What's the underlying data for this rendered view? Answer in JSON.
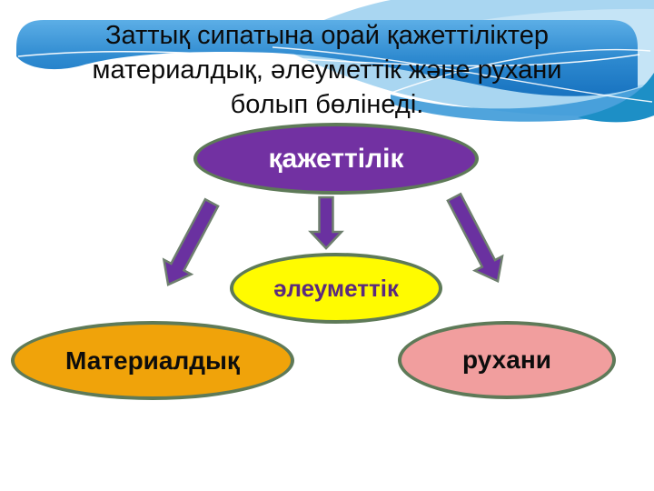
{
  "slide": {
    "title_lines": [
      "Заттық сипатына орай қажеттіліктер",
      "материалдық, әлеуметтік және рухани",
      "болып бөлінеді."
    ]
  },
  "diagram": {
    "root": {
      "label": "қажеттілік",
      "fill": "#7231A2",
      "text_color": "#FFFFFF"
    },
    "nodes": [
      {
        "id": "material",
        "label": "Материалдық",
        "fill": "#F0A30A",
        "text_color": "#0d0d0d"
      },
      {
        "id": "social",
        "label": "әлеуметтік",
        "fill": "#FFFB00",
        "text_color": "#5B2A7E"
      },
      {
        "id": "spiritual",
        "label": "рухани",
        "fill": "#F19E9E",
        "text_color": "#0d0d0d"
      }
    ],
    "node_border_color": "#5E7A58",
    "arrow_fill": "#6A31A0",
    "arrow_stroke": "#6E7F6E"
  },
  "background": {
    "banner_gradient_top": "#5CAEE6",
    "banner_gradient_bottom": "#1873C0",
    "wave_light": "#A9D6F1",
    "wave_lighter": "#CFE8F7",
    "wave_medium": "#3D9AD8",
    "wave_teal": "#1D8FC6",
    "wave_line": "#FFFFFF"
  }
}
